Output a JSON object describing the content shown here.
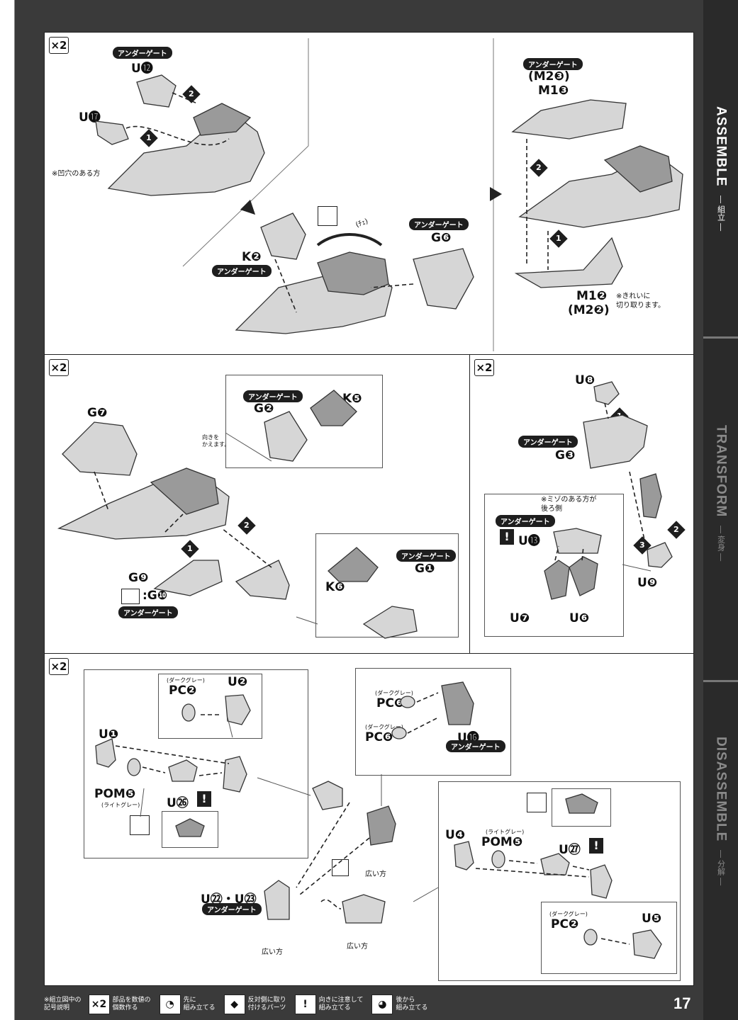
{
  "page_number": "17",
  "multiplier": "×2",
  "tags": {
    "under_gate": "アンダーゲート"
  },
  "sidebar": {
    "items": [
      {
        "en": "ASSEMBLE",
        "jp": "— 組立 —",
        "active": true
      },
      {
        "en": "TRANSFORM",
        "jp": "— 変身 —",
        "active": false
      },
      {
        "en": "DISASSEMBLE",
        "jp": "— 分解 —",
        "active": false
      }
    ]
  },
  "panel1": {
    "left": {
      "u12": "U⓬",
      "u17": "U⓱",
      "note": "※凹穴のある方",
      "step1": "1",
      "step2": "2"
    },
    "middle": {
      "k2": "K❷",
      "g6": "G❻",
      "note": "(ﾁｪ)"
    },
    "right": {
      "m2_3": "(M2❸)",
      "m1_3": "M1❸",
      "m1_2": "M1❷",
      "m2_2": "(M2❷)",
      "note": "※きれいに\n切り取ります。",
      "step1": "1",
      "step2": "2"
    }
  },
  "panel2": {
    "g7": "G❼",
    "g2": "G❷",
    "k5": "K❺",
    "note_turn": "向きを\nかえます。",
    "g9": "G❾",
    "g10": ":G❿",
    "k6": "K❻",
    "g1": "G❶",
    "step1": "1",
    "step2": "2"
  },
  "panel3": {
    "u8": "U❽",
    "g3": "G❸",
    "note": "※ミゾのある方が\n後ろ側",
    "u13": "U⓭",
    "u7": "U❼",
    "u6": "U❻",
    "u9": "U❾",
    "step1": "1",
    "step2": "2",
    "step3": "3"
  },
  "panel4": {
    "pc2_top": "PC❷",
    "pc2_top_color": "(ダークグレー)",
    "u2": "U❷",
    "u1": "U❶",
    "pom5": "POM❺",
    "pom5_color": "(ライトグレー)",
    "u26": "U㉖",
    "pc6_a": "PC❻",
    "pc6_b": "PC❻",
    "pc6_color": "(ダークグレー)",
    "u16": "U⓰",
    "u22_23": "U㉒・U㉓",
    "wide1": "広い方",
    "wide2": "広い方",
    "wide3": "広い方",
    "u4": "U❹",
    "pom5b": "POM❺",
    "pom5b_color": "(ライトグレー)",
    "u27": "U㉗",
    "pc2_bottom": "PC❷",
    "pc2_bottom_color": "(ダークグレー)",
    "u5": "U❺"
  },
  "legend": {
    "heading": "※組立図中の\n記号説明",
    "items": [
      {
        "icon": "×2",
        "text": "部品を数値の\n個数作る"
      },
      {
        "icon": "◔",
        "text": "先に\n組み立てる"
      },
      {
        "icon": "◆",
        "text": "反対側に取り\n付けるパーツ"
      },
      {
        "icon": "!",
        "text": "向きに注意して\n組み立てる"
      },
      {
        "icon": "◕",
        "text": "後から\n組み立てる"
      }
    ]
  },
  "colors": {
    "page_bg": "#3a3a3a",
    "part_fill": "#d6d6d6",
    "part_dark": "#9a9a9a"
  }
}
